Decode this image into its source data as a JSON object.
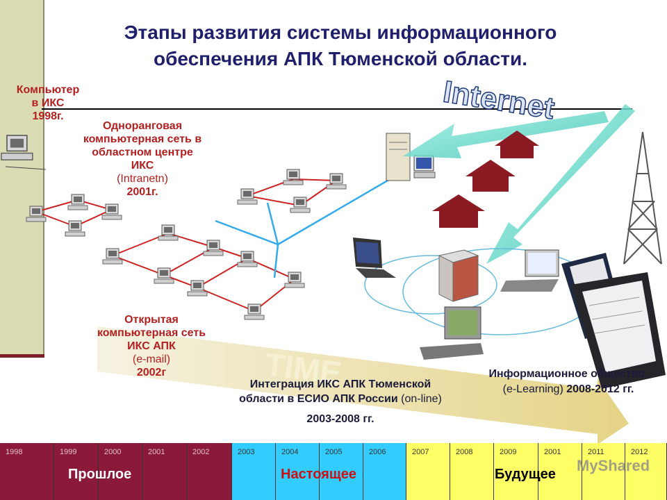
{
  "title": {
    "line1": "Этапы   развития   системы информационного",
    "line2": "обеспечения  АПК Тюменской области."
  },
  "labels": {
    "computer_iks": [
      "Компьютер",
      "в  ИКС",
      "1998г."
    ],
    "peer_network": [
      "Одноранговая",
      "компьютерная сеть в",
      "областном центре",
      "ИКС",
      "(Intranetn)",
      "2001г."
    ],
    "open_network": [
      "Открытая",
      "компьютерная сеть",
      "ИКС АПК",
      "(e-mail)",
      "2002г"
    ],
    "integration": [
      "Интеграция ИКС АПК Тюменской",
      "области в ЕСИО АПК России",
      " (on-line)",
      "2003-2008 гг."
    ],
    "info_society": [
      "Информационное общество.",
      "(e-Learning)",
      "  2008-2012 гг."
    ]
  },
  "internet_label": "Internet",
  "arrow_word": "TIME",
  "timeline": {
    "years": [
      {
        "year": "1998",
        "era": "past"
      },
      {
        "year": "1999",
        "era": "past"
      },
      {
        "year": "2000",
        "era": "past"
      },
      {
        "year": "2001",
        "era": "past"
      },
      {
        "year": "2002",
        "era": "past"
      },
      {
        "year": "2003",
        "era": "present"
      },
      {
        "year": "2004",
        "era": "present"
      },
      {
        "year": "2005",
        "era": "present"
      },
      {
        "year": "2006",
        "era": "present"
      },
      {
        "year": "2007",
        "era": "future"
      },
      {
        "year": "2008",
        "era": "future"
      },
      {
        "year": "2009",
        "era": "future"
      },
      {
        "year": "2001",
        "era": "future"
      },
      {
        "year": "2011",
        "era": "future"
      },
      {
        "year": "2012",
        "era": "future"
      }
    ],
    "past_label": "Прошлое",
    "present_label": "Настоящее",
    "future_label": "Будущее"
  },
  "watermark": "MyShared",
  "colors": {
    "title": "#1f1f6b",
    "red_text": "#b21f1f",
    "past": "#8b1a3a",
    "present": "#33ccff",
    "future": "#ffff66",
    "lan_red": "#cc2222",
    "lan_blue": "#33aaee",
    "house": "#8b1a22",
    "arrow_teal": "#5fd8c8"
  }
}
